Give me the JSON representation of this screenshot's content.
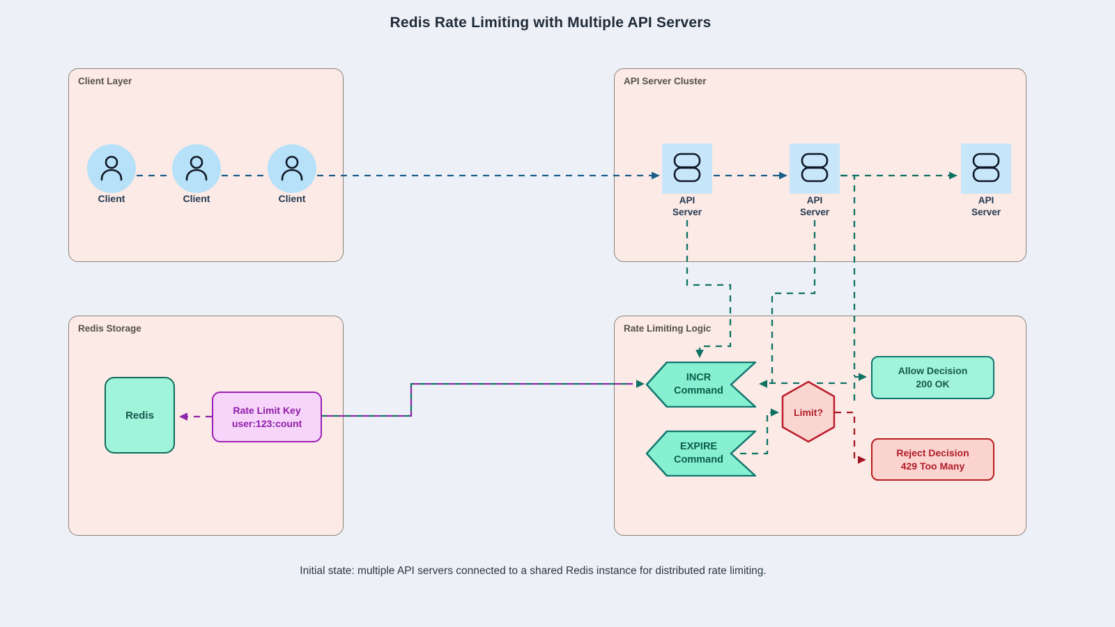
{
  "title": "Redis Rate Limiting with Multiple API Servers",
  "caption": "Initial state: multiple API servers connected to a shared Redis instance for distributed rate limiting.",
  "groups": {
    "client_layer": {
      "label": "Client Layer"
    },
    "api_cluster": {
      "label": "API Server Cluster"
    },
    "redis_storage": {
      "label": "Redis Storage"
    },
    "rate_logic": {
      "label": "Rate Limiting Logic"
    }
  },
  "nodes": {
    "clients": [
      {
        "label": "Client"
      },
      {
        "label": "Client"
      },
      {
        "label": "Client"
      }
    ],
    "api_servers": [
      {
        "line1": "API",
        "line2": "Server"
      },
      {
        "line1": "API",
        "line2": "Server"
      },
      {
        "line1": "API",
        "line2": "Server"
      }
    ],
    "redis": {
      "label": "Redis"
    },
    "rate_limit_key": {
      "line1": "Rate Limit Key",
      "line2": "user:123:count"
    },
    "incr": {
      "line1": "INCR",
      "line2": "Command"
    },
    "expire": {
      "line1": "EXPIRE",
      "line2": "Command"
    },
    "limit": {
      "label": "Limit?"
    },
    "allow": {
      "line1": "Allow Decision",
      "line2": "200 OK"
    },
    "reject": {
      "line1": "Reject Decision",
      "line2": "429 Too Many"
    }
  },
  "colors": {
    "page_bg": "#edf1f7",
    "group_fill": "#fbeae6",
    "group_border": "#8a817a",
    "edge_blue": "#1a5e8a",
    "edge_teal": "#0e7263",
    "edge_red": "#a51622",
    "edge_purple": "#8e24aa",
    "client_fill": "#b6e1f8",
    "api_fill": "#c8e6f9",
    "mint_fill": "#9ff4da",
    "mint_border": "#0f766e",
    "red_fill": "#fbd3cf",
    "red_border": "#b91c1c",
    "purple_fill": "#f7d4f9",
    "purple_border": "#9c1fb5"
  }
}
